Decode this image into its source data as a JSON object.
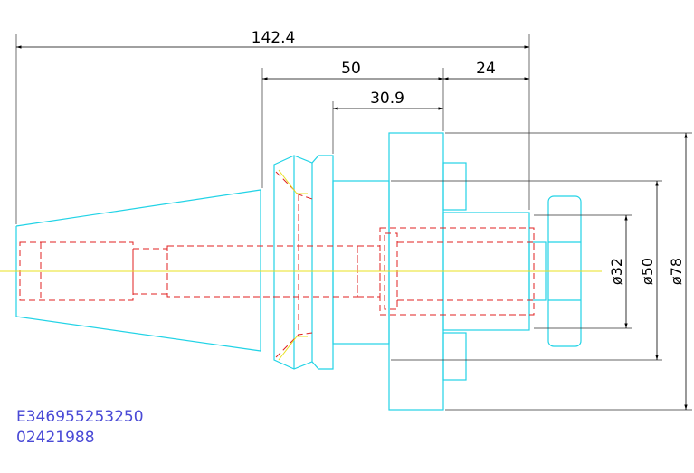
{
  "dimensions": {
    "overall_length": "142.4",
    "flange_length": "50",
    "gauge_length": "30.9",
    "shank_length": "24",
    "dia_small": "ø32",
    "dia_mid": "ø50",
    "dia_large": "ø78"
  },
  "part_codes": {
    "line1": "E346955253250",
    "line2": "02421988"
  },
  "colors": {
    "outline": "#22d3e6",
    "hidden": "#e02020",
    "centerline": "#e8e020",
    "dimension": "#000000",
    "code_text": "#4a4ad6"
  }
}
